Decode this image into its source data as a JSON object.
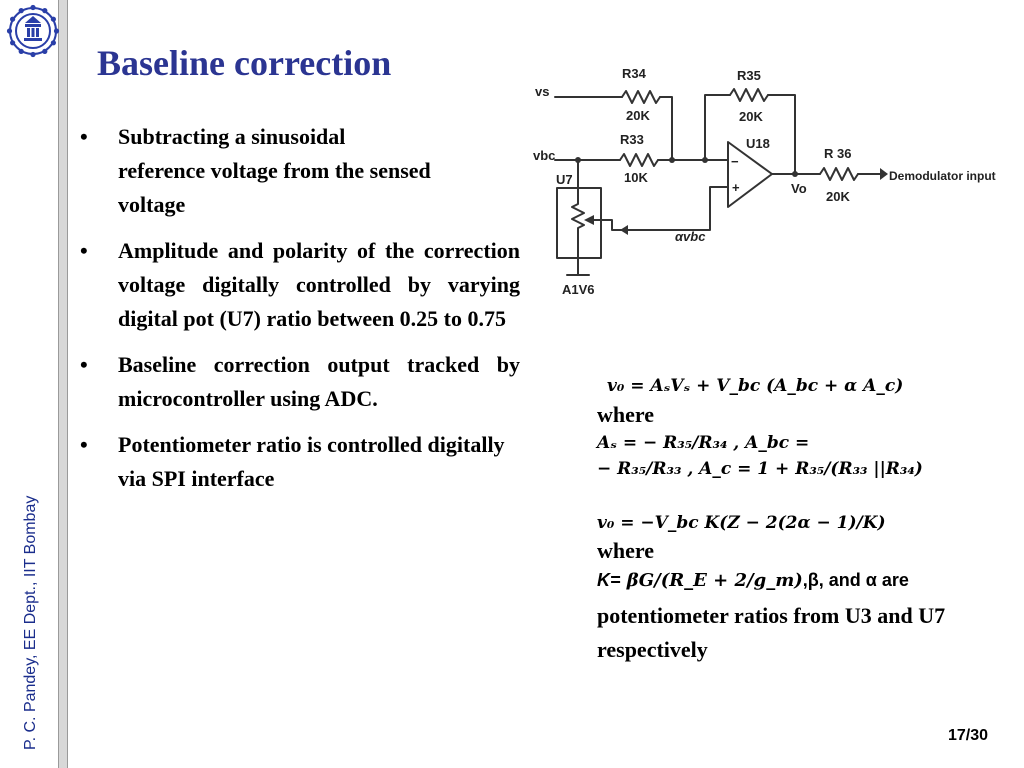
{
  "sidebar": {
    "author_credit": "P. C. Pandey, EE Dept., IIT Bombay"
  },
  "slide": {
    "title": "Baseline correction",
    "number": "17/30",
    "bullets": [
      "Subtracting a sinusoidal reference voltage from the sensed voltage",
      "Amplitude and polarity of the correction voltage digitally controlled by varying digital pot (U7) ratio between 0.25 to 0.75",
      "Baseline correction output tracked by microcontroller using ADC.",
      "Potentiometer ratio is controlled digitally via SPI interface"
    ]
  },
  "circuit": {
    "labels": {
      "vs": "vs",
      "vbc": "vbc",
      "avbc": "αvbc",
      "vo": "Vo",
      "r34": "R34",
      "r34_val": "20K",
      "r33": "R33",
      "r33_val": "10K",
      "r35": "R35",
      "r35_val": "20K",
      "r36": "R 36",
      "r36_val": "20K",
      "u18": "U18",
      "u7": "U7",
      "ground_ref": "A1V6",
      "output": "Demodulator input",
      "minus": "−",
      "plus": "+"
    }
  },
  "equations": {
    "eq1": "v₀ = AₛVₛ + V_bc (A_bc + α A_c)",
    "where1": "where",
    "eq2a": "Aₛ = − R₃₅/R₃₄ , A_bc =",
    "eq2b": "− R₃₅/R₃₃ , A_c = 1 + R₃₅/(R₃₃ ||R₃₄)",
    "eq3": "v₀ = −V_bc K(Z − 2(2α − 1)/K)",
    "where2": "where",
    "k_def_prefix": "K=",
    "k_def_expr": "βG/(R_E + 2/g_m)",
    "k_def_suffix": ",β, and α are",
    "pot_note": "potentiometer ratios from U3 and U7 respectively"
  }
}
